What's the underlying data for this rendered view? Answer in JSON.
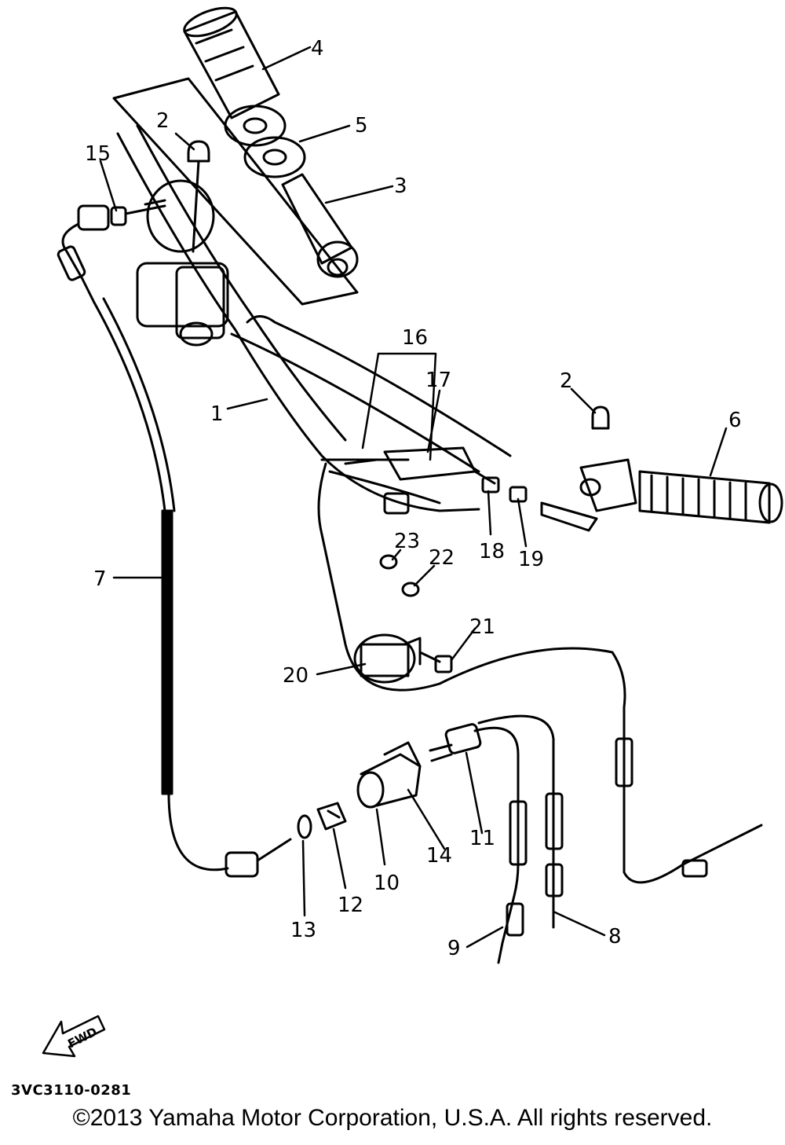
{
  "callouts": [
    {
      "id": "p1",
      "text": "1"
    },
    {
      "id": "p2a",
      "text": "2"
    },
    {
      "id": "p2b",
      "text": "2"
    },
    {
      "id": "p3",
      "text": "3"
    },
    {
      "id": "p4",
      "text": "4"
    },
    {
      "id": "p5",
      "text": "5"
    },
    {
      "id": "p6",
      "text": "6"
    },
    {
      "id": "p7",
      "text": "7"
    },
    {
      "id": "p8",
      "text": "8"
    },
    {
      "id": "p9",
      "text": "9"
    },
    {
      "id": "p10",
      "text": "10"
    },
    {
      "id": "p11",
      "text": "11"
    },
    {
      "id": "p12",
      "text": "12"
    },
    {
      "id": "p13",
      "text": "13"
    },
    {
      "id": "p14",
      "text": "14"
    },
    {
      "id": "p15",
      "text": "15"
    },
    {
      "id": "p16",
      "text": "16"
    },
    {
      "id": "p17",
      "text": "17"
    },
    {
      "id": "p18",
      "text": "18"
    },
    {
      "id": "p19",
      "text": "19"
    },
    {
      "id": "p20",
      "text": "20"
    },
    {
      "id": "p21",
      "text": "21"
    },
    {
      "id": "p22",
      "text": "22"
    },
    {
      "id": "p23",
      "text": "23"
    }
  ],
  "fwd_label": "FWD",
  "diagram_code": "3VC3110-0281",
  "copyright": "©2013 Yamaha Motor Corporation, U.S.A. All rights reserved."
}
